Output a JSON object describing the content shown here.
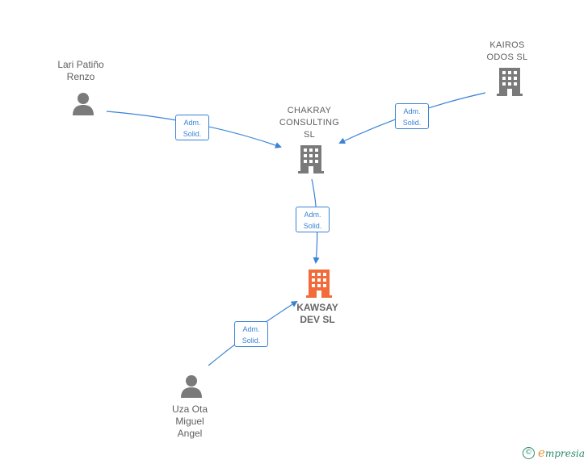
{
  "nodes": {
    "lari": {
      "label": "Lari Patiño\nRenzo",
      "kind": "person"
    },
    "chakray": {
      "label": "CHAKRAY\nCONSULTING\nSL",
      "kind": "company"
    },
    "kairos": {
      "label": "KAIROS\nODOS  SL",
      "kind": "company"
    },
    "kawsay": {
      "label": "KAWSAY\nDEV  SL",
      "kind": "company-highlight"
    },
    "uza": {
      "label": "Uza Ota\nMiguel\nAngel",
      "kind": "person"
    }
  },
  "edges": [
    {
      "from": "lari",
      "to": "chakray",
      "line1": "Adm.",
      "line2": "Solid."
    },
    {
      "from": "kairos",
      "to": "chakray",
      "line1": "Adm.",
      "line2": "Solid."
    },
    {
      "from": "chakray",
      "to": "kawsay",
      "line1": "Adm.",
      "line2": "Solid."
    },
    {
      "from": "uza",
      "to": "kawsay",
      "line1": "Adm.",
      "line2": "Solid."
    }
  ],
  "colors": {
    "edge": "#3a82d6",
    "person_icon": "#7a7a7a",
    "company_icon": "#7a7a7a",
    "highlight_icon": "#f26b3a"
  },
  "watermark": {
    "copyright_symbol": "©",
    "brand_initial": "e",
    "brand_rest": "mpresia"
  }
}
